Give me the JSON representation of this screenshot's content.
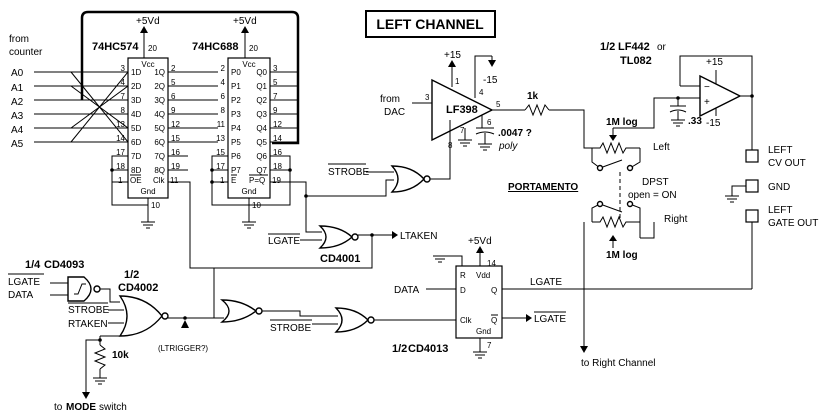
{
  "title": "LEFT CHANNEL",
  "inputs": {
    "from_counter": [
      "from",
      "counter"
    ],
    "a_lines": [
      "A0",
      "A1",
      "A2",
      "A3",
      "A4",
      "A5"
    ],
    "from_dac": [
      "from",
      "DAC"
    ],
    "lgate_in": "LGATE",
    "data_in": "DATA"
  },
  "chips": {
    "hc574": {
      "name": "74HC574",
      "supply": "+5Vd",
      "vcc": "Vcc",
      "gnd": "Gnd",
      "oe": "OE",
      "clk": "Clk",
      "left_pins": [
        "1D",
        "2D",
        "3D",
        "4D",
        "5D",
        "6D",
        "7D",
        "8D"
      ],
      "right_pins": [
        "1Q",
        "2Q",
        "3Q",
        "4Q",
        "5Q",
        "6Q",
        "7Q",
        "8Q"
      ],
      "left_nums": [
        "3",
        "4",
        "7",
        "8",
        "13",
        "14",
        "17",
        "18"
      ],
      "right_nums": [
        "2",
        "5",
        "6",
        "9",
        "12",
        "15",
        "16",
        "19"
      ],
      "pin_vcc": "20",
      "pin_gnd": "10",
      "pin_oe": "1",
      "pin_clk": "11"
    },
    "hc688": {
      "name": "74HC688",
      "supply": "+5Vd",
      "vcc": "Vcc",
      "gnd": "Gnd",
      "e": "E",
      "peq": "P=Q",
      "left_pins": [
        "P0",
        "P1",
        "P2",
        "P3",
        "P4",
        "P5",
        "P6",
        "P7"
      ],
      "right_pins": [
        "Q0",
        "Q1",
        "Q2",
        "Q3",
        "Q4",
        "Q5",
        "Q6",
        "Q7"
      ],
      "left_nums": [
        "2",
        "4",
        "6",
        "8",
        "11",
        "13",
        "15",
        "17"
      ],
      "right_nums": [
        "3",
        "5",
        "7",
        "9",
        "12",
        "14",
        "16",
        "18"
      ],
      "pin_vcc": "20",
      "pin_gnd": "10",
      "pin_e": "1",
      "pin_out": "19"
    },
    "lf398": {
      "name": "LF398",
      "plus": "+15",
      "minus": "-15",
      "pins": [
        "1",
        "3",
        "4",
        "5",
        "6",
        "7",
        "8"
      ]
    },
    "cd4093": {
      "name": "CD4093",
      "fraction": "1/4"
    },
    "cd4002": {
      "name": "CD4002",
      "fraction": "1/2"
    },
    "cd4001": {
      "name": "CD4001"
    },
    "cd4013": {
      "name": "CD4013",
      "fraction": "1/2",
      "supply": "+5Vd",
      "r": "R",
      "vdd": "Vdd",
      "d": "D",
      "clk": "Clk",
      "gnd": "Gnd",
      "q": "Q",
      "qbar": "Q",
      "pin_vdd": "14",
      "pin_gnd": "7"
    },
    "opamp": {
      "fraction": "1/2",
      "name": "LF442",
      "alt_sep": "or",
      "alt": "TL082",
      "plus": "+15",
      "minus": "-15"
    }
  },
  "components": {
    "res_1k": "1k",
    "cap_0047": ".0047 ?",
    "cap_poly": "poly",
    "cap_33": ".33",
    "pot_left": "1M log",
    "pot_right": "1M log",
    "pot_left_lbl": "Left",
    "pot_right_lbl": "Right",
    "res_10k": "10k"
  },
  "signals": {
    "strobe_top": "STROBE",
    "lgate_or": "LGATE",
    "ltaken": "LTAKEN",
    "strobe_gate2": "STROBE",
    "rtaken": "RTAKEN",
    "strobe_4002": "STROBE",
    "ltrigger": "(LTRIGGER?)",
    "data_4013": "DATA",
    "lgate_out": "LGATE",
    "lgate_bar_out": "LGATE"
  },
  "switch": {
    "name": "PORTAMENTO",
    "type": "DPST",
    "mode": "open = ON"
  },
  "outputs": {
    "cv_out": [
      "LEFT",
      "CV OUT"
    ],
    "gnd": "GND",
    "gate_out": [
      "LEFT",
      "GATE OUT"
    ]
  },
  "notes": {
    "to_right": "to Right Channel",
    "to_mode_prefix": "to",
    "to_mode_bold": "MODE",
    "to_mode_suffix": "switch"
  }
}
